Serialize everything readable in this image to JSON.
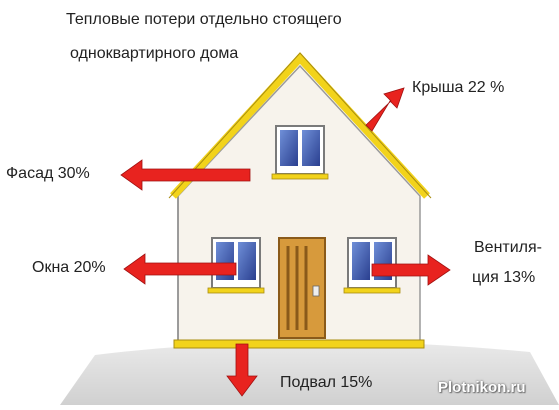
{
  "title": {
    "line1": "Тепловые потери отдельно стоящего",
    "line2": "одноквартирного дома"
  },
  "labels": {
    "roof": "Крыша  22  %",
    "facade": "Фасад  30%",
    "windows": "Окна  20%",
    "ventilation_line1": "Вентиля-",
    "ventilation_line2": "ция  13%",
    "basement": "Подвал  15%"
  },
  "watermark": "Plotnikon.ru",
  "colors": {
    "wall": "#f7f3ec",
    "roof_trim": "#f2d31b",
    "door": "#d79a3c",
    "arrow": "#e8231f",
    "window_frame": "#8a8a8a",
    "ground": "#cfcfcf",
    "text": "#222222"
  }
}
